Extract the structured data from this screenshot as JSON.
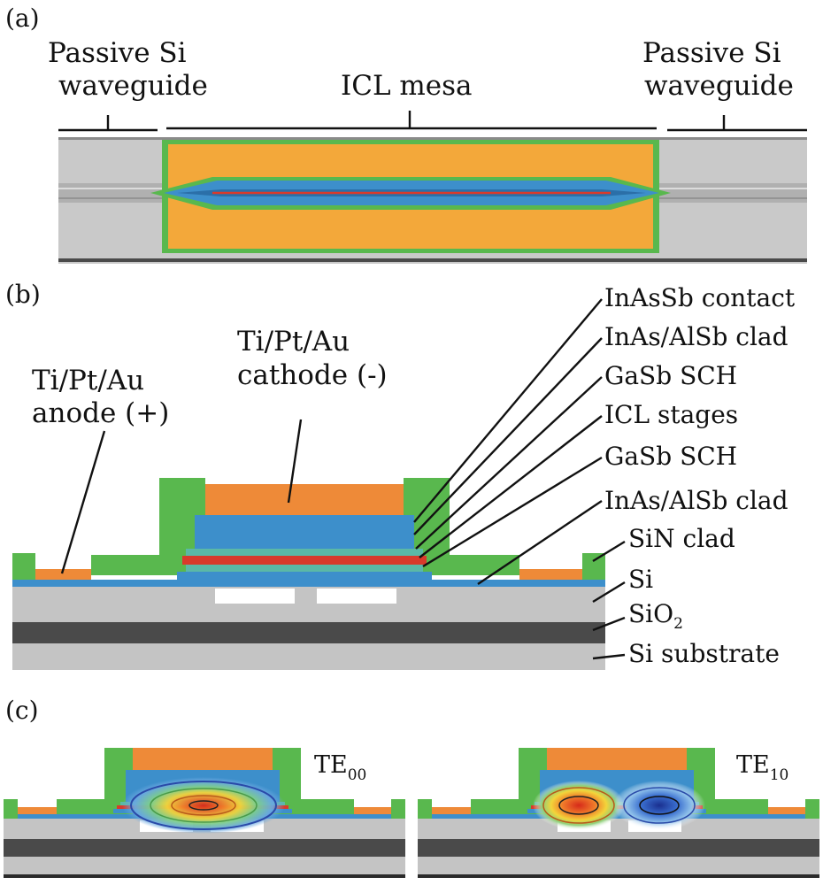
{
  "figure": {
    "panel_a": {
      "tag": "(a)",
      "left_label": {
        "line1": "Passive Si",
        "line2": "waveguide"
      },
      "center_label": "ICL mesa",
      "right_label": {
        "line1": "Passive Si",
        "line2": "waveguide"
      }
    },
    "panel_b": {
      "tag": "(b)",
      "anode": {
        "line1": "Ti/Pt/Au",
        "line2": "anode (+)"
      },
      "cathode": {
        "line1": "Ti/Pt/Au",
        "line2": "cathode (-)"
      },
      "layers": [
        "InAsSb contact",
        "InAs/AlSb clad",
        "GaSb SCH",
        "ICL stages",
        "GaSb SCH",
        "InAs/AlSb clad",
        "SiN clad",
        "Si",
        "SiO",
        "Si substrate"
      ],
      "sio2_subscript": "2"
    },
    "panel_c": {
      "tag": "(c)",
      "mode_left": {
        "base": "TE",
        "sub": "00"
      },
      "mode_right": {
        "base": "TE",
        "sub": "10"
      }
    },
    "colors": {
      "gold": "#F3A83A",
      "orange": "#EE8A38",
      "green": "#59B84E",
      "blue": "#3D8FCB",
      "teal": "#5BB8A6",
      "red": "#D93A2B",
      "gray": "#BDBDBD",
      "dark": "#4A4A4A"
    }
  }
}
